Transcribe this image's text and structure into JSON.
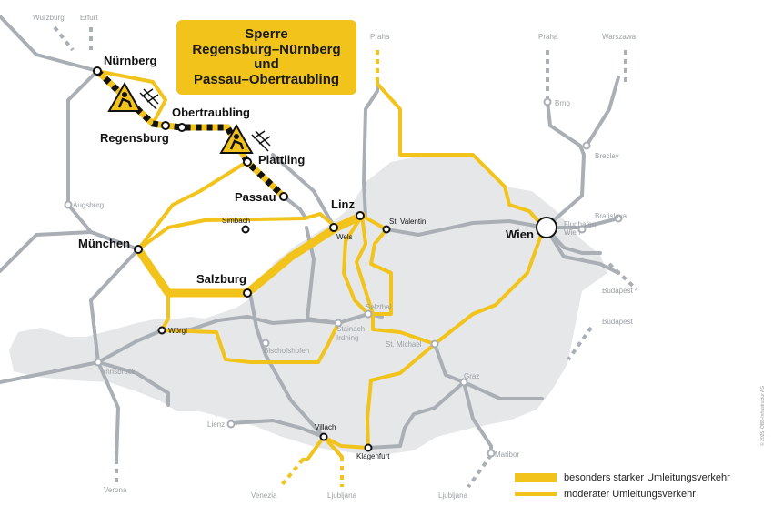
{
  "title": {
    "lines": [
      "Sperre",
      "Regensburg–Nürnberg",
      "und",
      "Passau–Obertraubling"
    ]
  },
  "cities_major": {
    "nuernberg": "Nürnberg",
    "regensburg": "Regensburg",
    "obertraubling": "Obertraubling",
    "plattling": "Plattling",
    "passau": "Passau",
    "linz": "Linz",
    "muenchen": "München",
    "salzburg": "Salzburg",
    "wien": "Wien"
  },
  "cities_minor": {
    "simbach": "Simbach",
    "wels": "Wels",
    "st_valentin": "St. Valentin",
    "woergl": "Wörgl",
    "villach": "Villach",
    "klagenfurt": "Klagenfurt"
  },
  "cities_grey": {
    "wuerzburg": "Würzburg",
    "erfurt": "Erfurt",
    "augsburg": "Augsburg",
    "praha_top": "Praha",
    "praha_right": "Praha",
    "warszawa": "Warszawa",
    "brno": "Brno",
    "breclav": "Breclav",
    "bratislava": "Bratislava",
    "flughafen": "Flughafen",
    "flughafen_wien": "Wien",
    "budapest_1": "Budapest",
    "budapest_2": "Budapest",
    "selzthal": "Selzthal",
    "stainach": "Stainach-",
    "irdning": "Irdning",
    "bischofshofen": "Bischofshofen",
    "st_michael": "St. Michael",
    "innsbruck": "Innsbruck",
    "graz": "Graz",
    "lienz": "Lienz",
    "maribor": "Maribor",
    "verona": "Verona",
    "venezia": "Venezia",
    "ljubljana_1": "Ljubljana",
    "ljubljana_2": "Ljubljana"
  },
  "legend": {
    "strong": "besonders starker Umleitungsverkehr",
    "moderate": "moderater Umleitungsverkehr"
  },
  "copyright": "© 2025, ÖBB-Infrastruktur AG",
  "colors": {
    "yellow": "#f2c31b",
    "grey_rail": "#a9afb5",
    "austria": "#e6e7e8",
    "blocked": "#111111"
  },
  "icons": [
    "construction-worker-icon",
    "construction-worker-icon"
  ]
}
